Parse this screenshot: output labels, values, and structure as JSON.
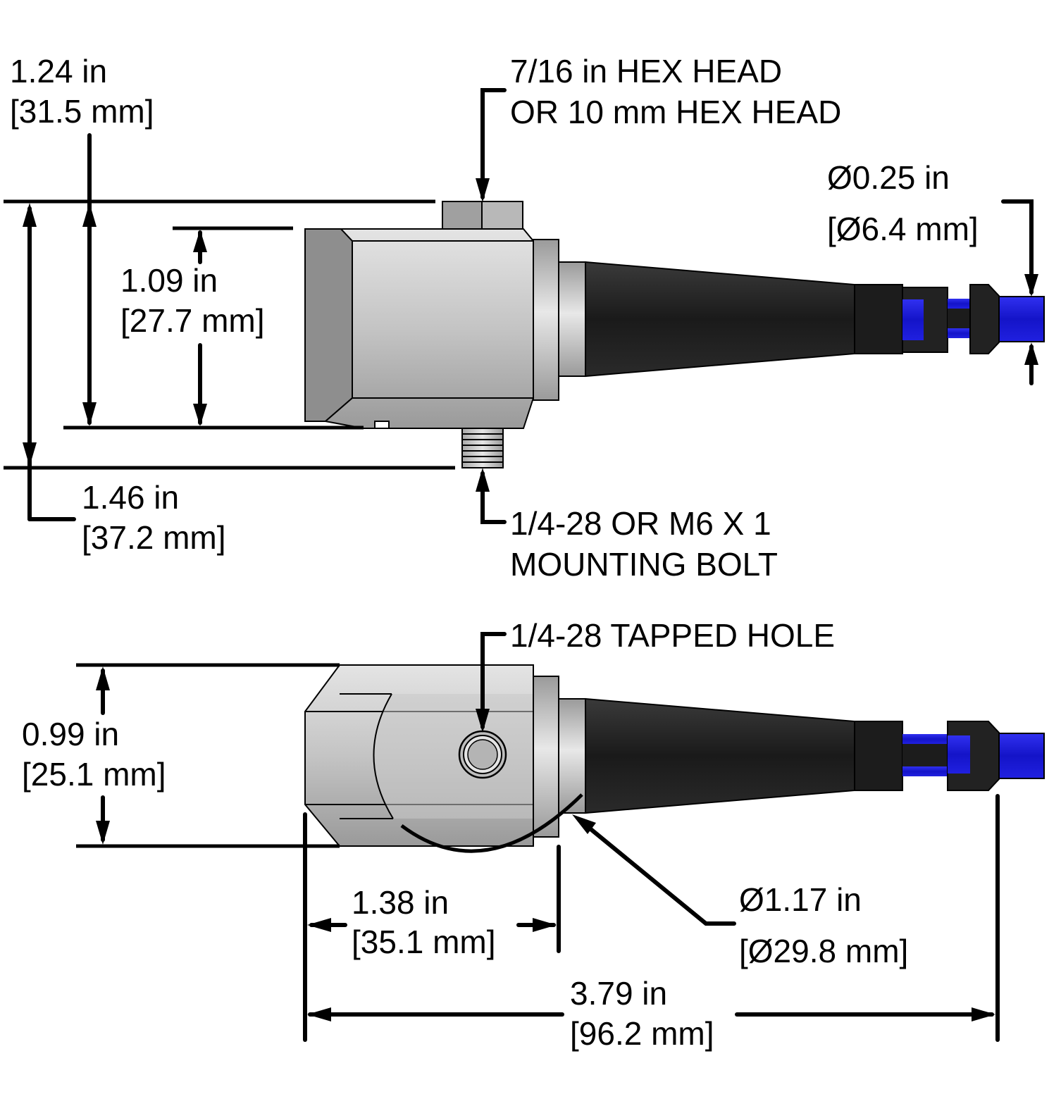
{
  "labels": {
    "hex_head_line1": "7/16 in HEX HEAD",
    "hex_head_line2": "OR 10 mm HEX HEAD",
    "dim_124_in": "1.24 in",
    "dim_124_mm": "[31.5 mm]",
    "dim_109_in": "1.09 in",
    "dim_109_mm": "[27.7 mm]",
    "dim_146_in": "1.46 in",
    "dim_146_mm": "[37.2 mm]",
    "cable_dia_in": "Ø0.25 in",
    "cable_dia_mm": "[Ø6.4 mm]",
    "bolt_line1": "1/4-28 OR M6 X 1",
    "bolt_line2": "MOUNTING BOLT",
    "tapped_hole": "1/4-28 TAPPED HOLE",
    "dim_099_in": "0.99 in",
    "dim_099_mm": "[25.1 mm]",
    "dim_138_in": "1.38 in",
    "dim_138_mm": "[35.1 mm]",
    "body_dia_in": "Ø1.17 in",
    "body_dia_mm": "[Ø29.8 mm]",
    "dim_379_in": "3.79 in",
    "dim_379_mm": "[96.2 mm]"
  },
  "colors": {
    "body_metal": "#c8c8c8",
    "body_shadow": "#8c8c8c",
    "boot_black": "#1e1e1e",
    "cable_blue": "#1a1adc"
  }
}
